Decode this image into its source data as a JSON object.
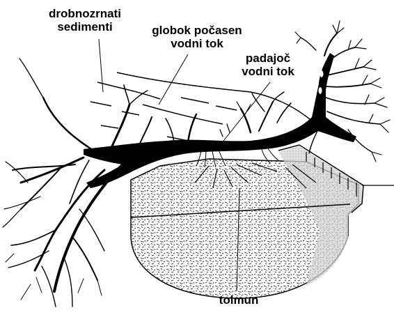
{
  "labels": {
    "fine_sediments": [
      "drobnozrnati",
      "sedimenti"
    ],
    "deep_slow_stream": [
      "globok počasen",
      "vodni tok"
    ],
    "falling_stream": [
      "padajoč",
      "vodni tok"
    ],
    "pool": "tolmun"
  },
  "colors": {
    "ink": "#000000",
    "paper": "#ffffff",
    "gravel": "#444444",
    "shade": "#cccccc"
  }
}
